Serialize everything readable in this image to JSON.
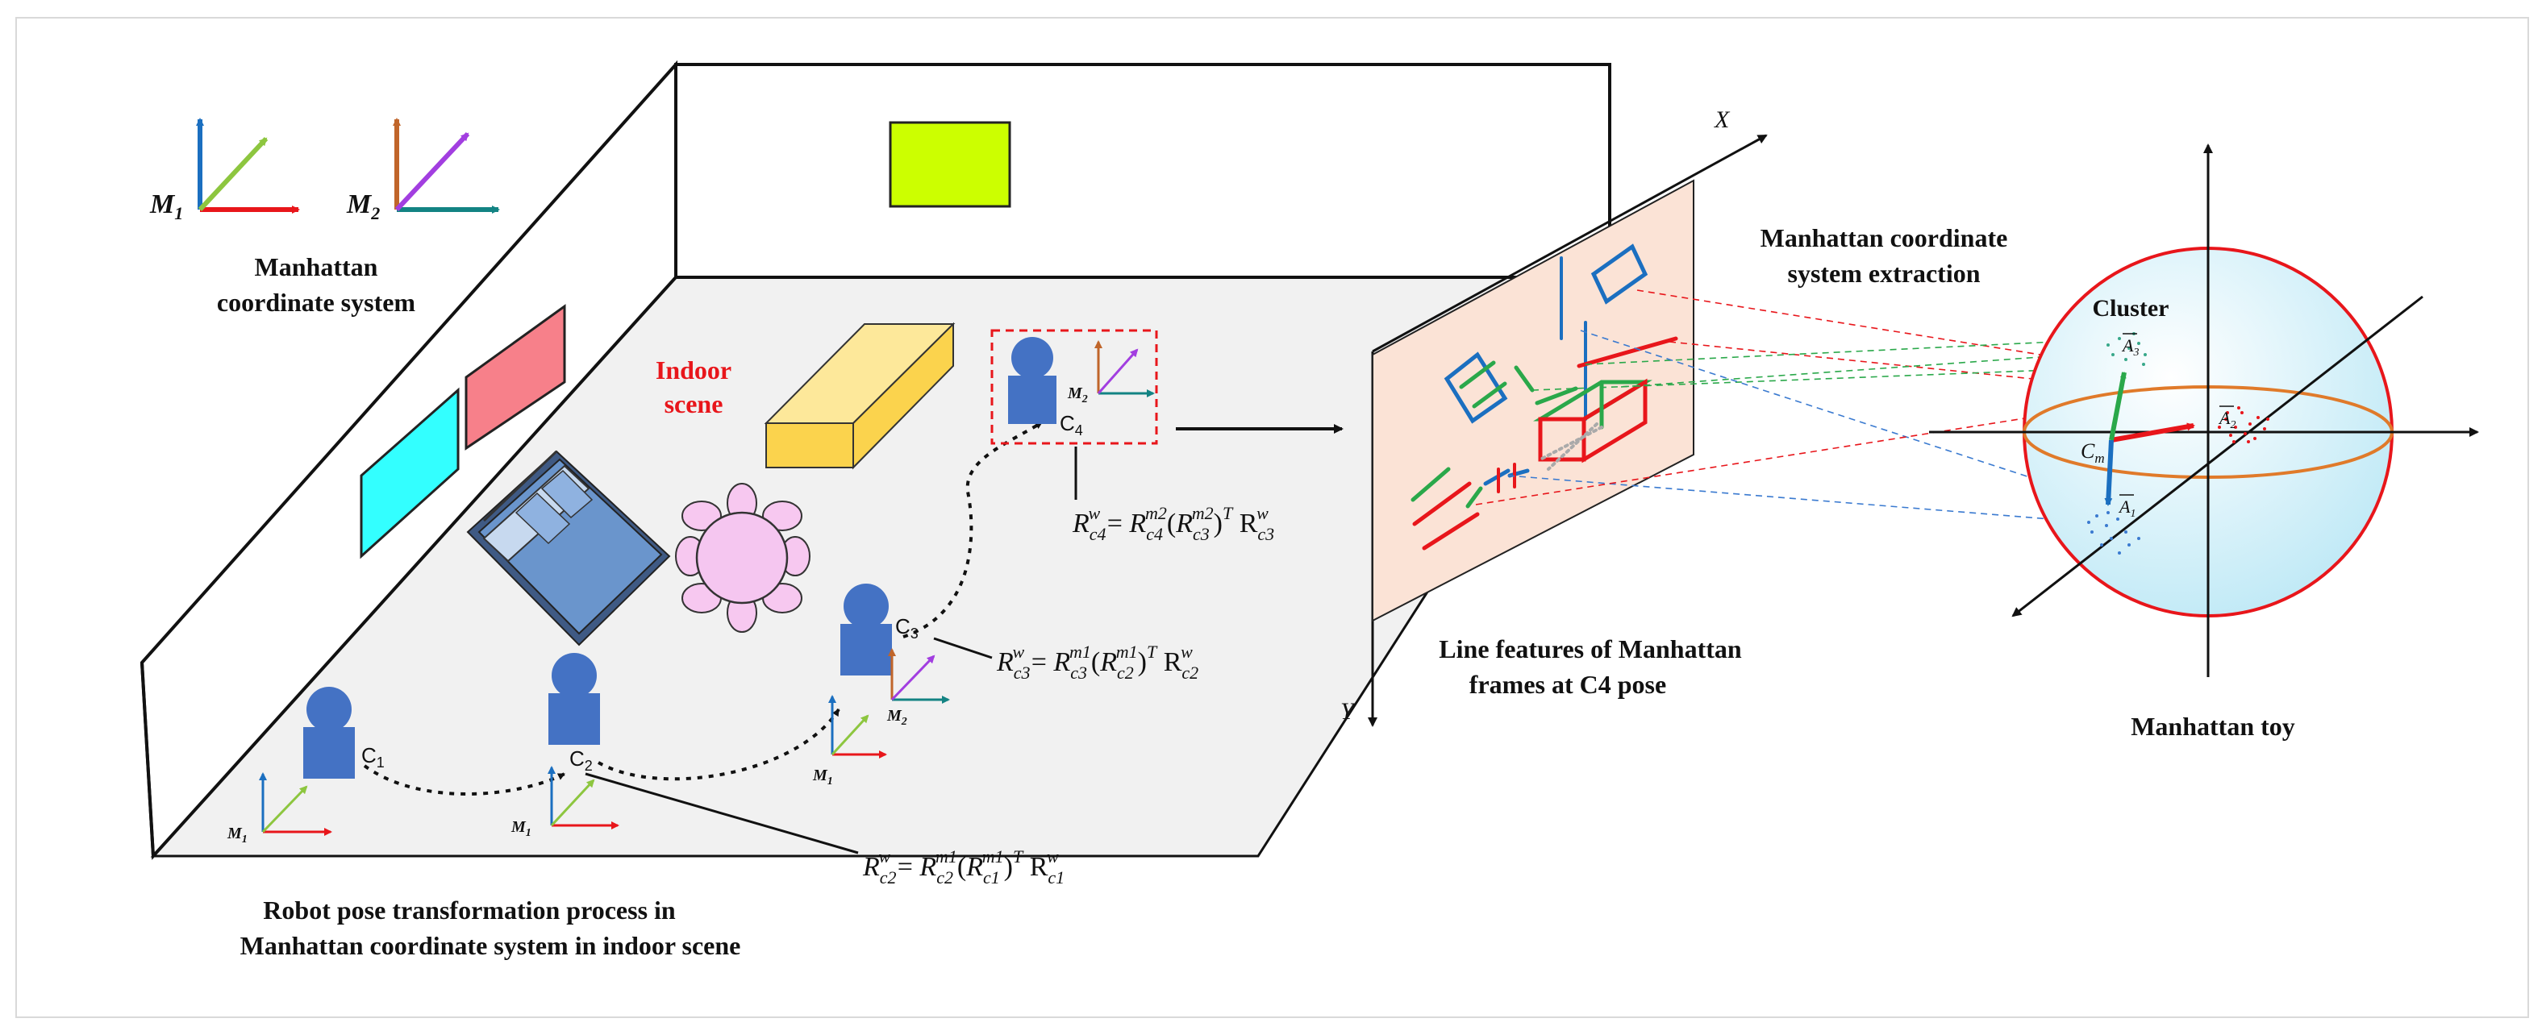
{
  "legend": {
    "title_line1": "Manhattan",
    "title_line2": "coordinate system",
    "m1_label": "M",
    "m1_sub": "1",
    "m2_label": "M",
    "m2_sub": "2"
  },
  "scene": {
    "indoor_line1": "Indoor",
    "indoor_line2": "scene",
    "caption_line1": "Robot  pose transformation process in",
    "caption_line2": "Manhattan coordinate system in indoor scene",
    "robots": [
      {
        "label": "C",
        "sub": "1"
      },
      {
        "label": "C",
        "sub": "2"
      },
      {
        "label": "C",
        "sub": "3"
      },
      {
        "label": "C",
        "sub": "4"
      }
    ],
    "frame_labels": {
      "m1": "M",
      "m1_sub": "1",
      "m2": "M",
      "m2_sub": "2"
    }
  },
  "equations": {
    "eq_c2": "R_c2^w = R_c2^m1 (R_c1^m1)^T R_c1^w",
    "eq_c3": "R_c3^w = R_c3^m1 (R_c2^m1)^T R_c2^w",
    "eq_c4": "R_c4^w = R_c4^m2 (R_c3^m2)^T R_c3^w"
  },
  "image_plane": {
    "x_axis": "X",
    "y_axis": "Y",
    "caption_line1": "Line features of Manhattan",
    "caption_line2": "frames at C4 pose"
  },
  "extraction": {
    "title_line1": "Manhattan coordinate",
    "title_line2": "system extraction"
  },
  "sphere": {
    "cluster": "Cluster",
    "a1": "A",
    "a1_sub": "1",
    "a2": "A",
    "a2_sub": "2",
    "a3": "A",
    "a3_sub": "3",
    "cm": "C",
    "cm_sub": "m",
    "caption": "Manhattan toy"
  },
  "colors": {
    "red": "#e8161b",
    "green": "#8dc63f",
    "blue": "#1b6fc0",
    "purple": "#a23ee0",
    "teal": "#138383",
    "orange": "#c0652a",
    "robot": "#4472c4",
    "yellow_box": "#fbd34d",
    "lime_panel": "#ccff00",
    "pink_panel": "#f7808a",
    "cyan_panel": "#33ffff",
    "sphere": "#d9f4fb"
  }
}
